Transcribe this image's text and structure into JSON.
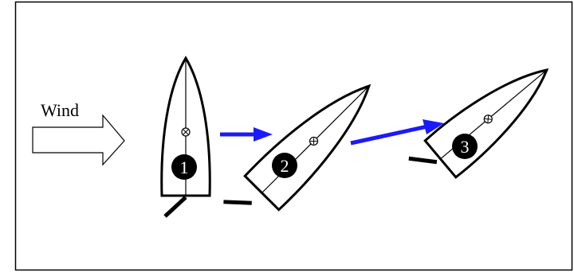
{
  "wind": {
    "label": "Wind"
  },
  "boats": [
    {
      "label": "1"
    },
    {
      "label": "2"
    },
    {
      "label": "3"
    }
  ],
  "colors": {
    "arrow": "#1a1aff",
    "outline": "#000000",
    "background": "#ffffff"
  }
}
